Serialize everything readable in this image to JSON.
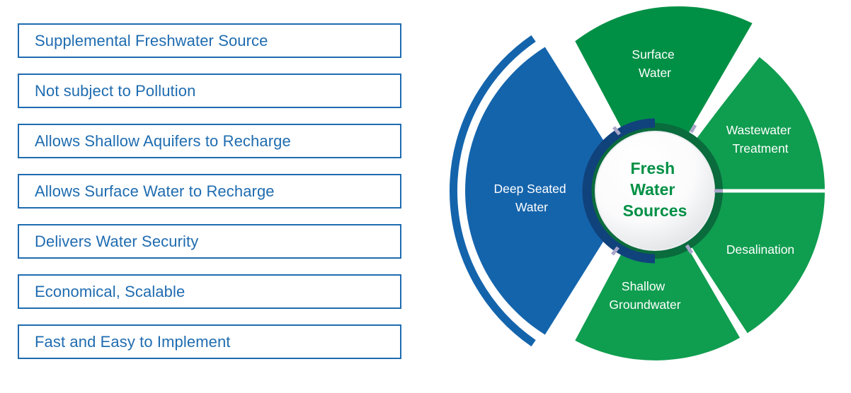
{
  "benefits": {
    "items": [
      {
        "label": "Supplemental Freshwater Source"
      },
      {
        "label": "Not subject to Pollution"
      },
      {
        "label": "Allows Shallow Aquifers to Recharge"
      },
      {
        "label": "Allows Surface Water to Recharge"
      },
      {
        "label": "Delivers Water Security"
      },
      {
        "label": "Economical, Scalable"
      },
      {
        "label": "Fast and Easy to Implement"
      }
    ]
  },
  "diagram": {
    "center": {
      "line1": "Fresh",
      "line2": "Water",
      "line3": "Sources"
    },
    "segments": [
      {
        "id": "surface-water",
        "line1": "Surface",
        "line2": "Water",
        "color": "#009045",
        "highlighted": false
      },
      {
        "id": "wastewater-treatment",
        "line1": "Wastewater",
        "line2": "Treatment",
        "color": "#0f9d4f",
        "highlighted": false
      },
      {
        "id": "desalination",
        "line1": "Desalination",
        "line2": "",
        "color": "#0f9d4f",
        "highlighted": false
      },
      {
        "id": "shallow-groundwater",
        "line1": "Shallow",
        "line2": "Groundwater",
        "color": "#0f9d4f",
        "highlighted": false
      },
      {
        "id": "deep-seated-water",
        "line1": "Deep Seated",
        "line2": "Water",
        "color": "#1464ac",
        "highlighted": true
      }
    ]
  },
  "colors": {
    "list_blue": "#1f6cb0",
    "segment_green": "#0f9d4f",
    "segment_green_dark": "#009045",
    "highlight_blue": "#1464ac",
    "center_ring_green": "#0a6b3d",
    "center_ring_blue": "#10427c",
    "center_text_green": "#009045",
    "divider_white": "#ffffff"
  }
}
